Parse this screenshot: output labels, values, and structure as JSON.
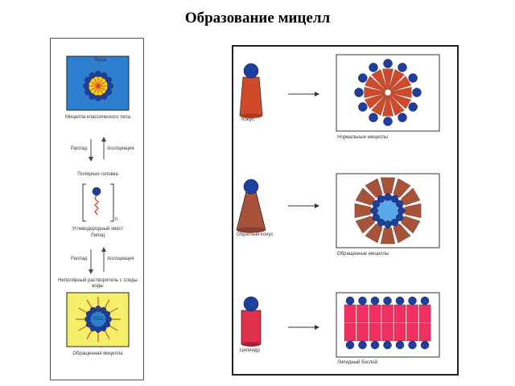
{
  "title": "Образование мицелл",
  "left_panel": {
    "water_label": "Вода",
    "classic_micelle": "Мицелла классического типа",
    "decay": "Распад",
    "association": "Ассоциация",
    "polar_head": "Полярная головка",
    "n_label": "n",
    "tail": "Углеводородный хвост",
    "lipid": "Липид",
    "decay2": "Распад",
    "association2": "Ассоциация",
    "nonpolar_solvent": "Неполярный растворитель с следы воды",
    "h2o": "H2O",
    "reverse_micelle": "Обращенная мицелла"
  },
  "right_panel": {
    "rows": [
      {
        "shape_label": "Конус",
        "result_label": "Нормальные мицеллы"
      },
      {
        "shape_label": "Обратный конус",
        "result_label": "Обращенные мицеллы"
      },
      {
        "shape_label": "Цилиндр",
        "result_label": "Липидный бислой"
      }
    ]
  },
  "colors": {
    "head_blue": "#1f3fa0",
    "cone_red": "#d04a2a",
    "inv_cone": "#a8523a",
    "cylinder": "#e0304a",
    "bilayer_fill": "#f03060",
    "left_top_bg": "#2f7fd0",
    "left_bottom_bg": "#f5ef6a"
  }
}
